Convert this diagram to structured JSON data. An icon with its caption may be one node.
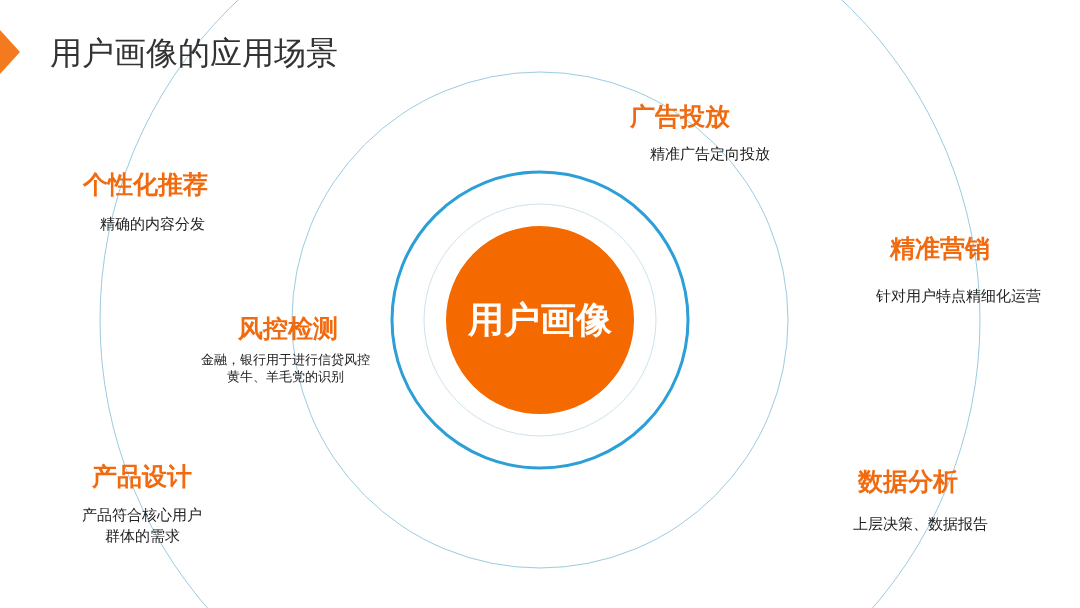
{
  "diagram": {
    "title": "用户画像的应用场景",
    "nodes": [
      {
        "text": [
          "用户画像"
        ]
      }
    ],
    "edges": [],
    "labels": [
      "广告投放",
      "精准广告定向投放",
      "个性化推荐",
      "精确的内容分发",
      "精准营销",
      "针对用户特点精细化运营",
      "风控检测",
      "金融，银行用于进行信贷风控",
      "黄牛、羊毛党的识别",
      "产品设计",
      "产品符合核心用户群体的需求",
      "数据分析",
      "上层决策、数据报告"
    ]
  }
}
